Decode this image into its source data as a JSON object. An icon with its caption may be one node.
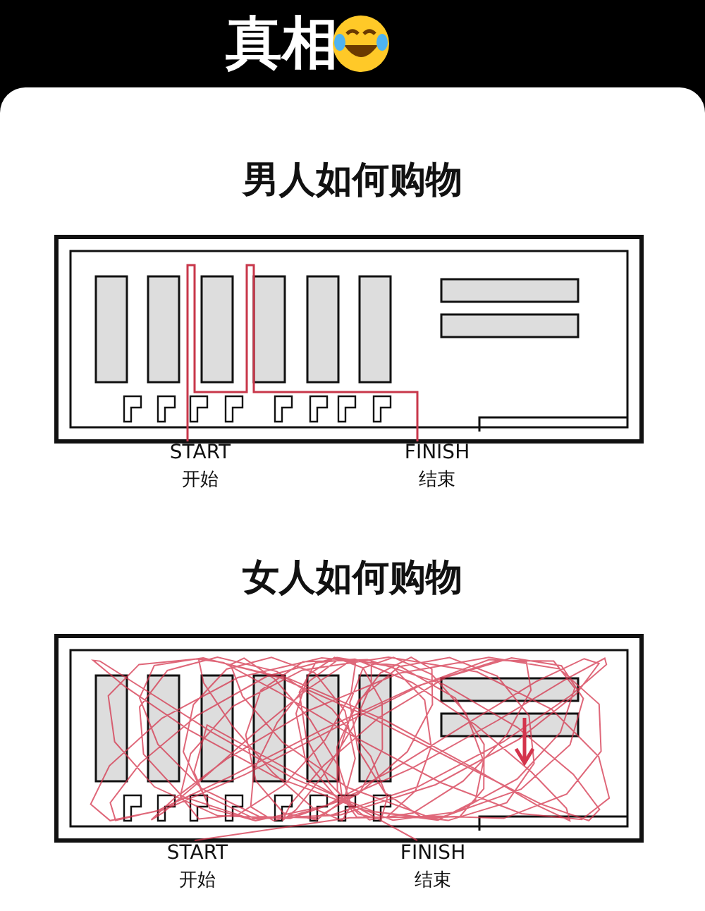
{
  "diagram": {
    "title": "真相",
    "labels": [
      "男人如何购物",
      "START",
      "开始",
      "FINISH",
      "结束",
      "女人如何购物",
      "START",
      "开始",
      "FINISH",
      "结束"
    ]
  }
}
